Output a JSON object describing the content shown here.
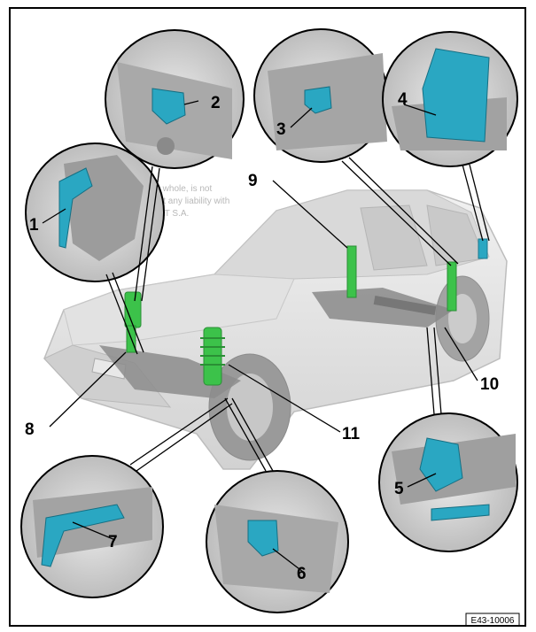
{
  "diagram": {
    "callouts": [
      "1",
      "2",
      "3",
      "4",
      "5",
      "6",
      "7",
      "8",
      "9",
      "10",
      "11"
    ],
    "reference": "E43-10006",
    "watermark_lines": [
      "... in whole, is not",
      "... not any liability with",
      "... EAT S.A."
    ],
    "colors": {
      "component": "#2aa7c2",
      "strut": "#3cc24a",
      "background_car": "#e6e6e6",
      "line": "#000000"
    }
  }
}
